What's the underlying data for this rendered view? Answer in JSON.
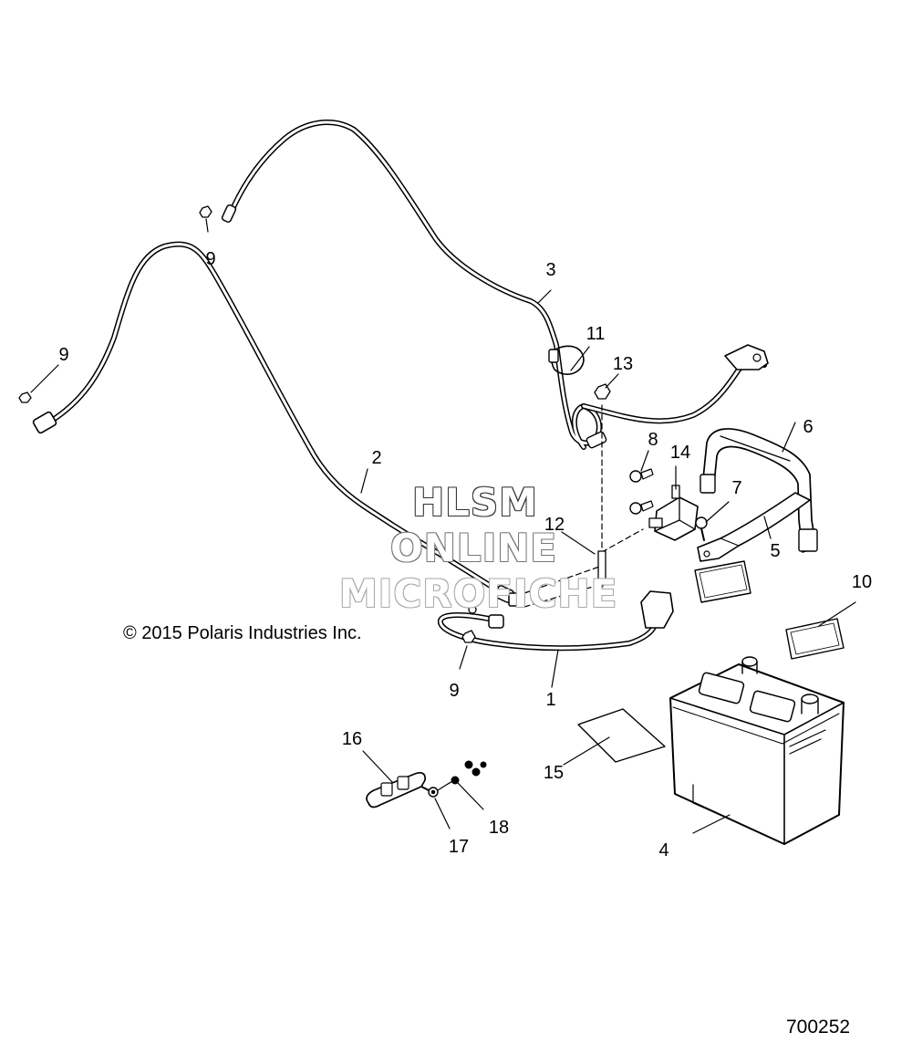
{
  "callouts": [
    {
      "id": "c1",
      "text": "1"
    },
    {
      "id": "c2",
      "text": "2"
    },
    {
      "id": "c3",
      "text": "3"
    },
    {
      "id": "c4",
      "text": "4"
    },
    {
      "id": "c5",
      "text": "5"
    },
    {
      "id": "c6",
      "text": "6"
    },
    {
      "id": "c7",
      "text": "7"
    },
    {
      "id": "c8",
      "text": "8"
    },
    {
      "id": "c9a",
      "text": "9"
    },
    {
      "id": "c9b",
      "text": "9"
    },
    {
      "id": "c9c",
      "text": "9"
    },
    {
      "id": "c10",
      "text": "10"
    },
    {
      "id": "c11",
      "text": "11"
    },
    {
      "id": "c12",
      "text": "12"
    },
    {
      "id": "c13",
      "text": "13"
    },
    {
      "id": "c14",
      "text": "14"
    },
    {
      "id": "c15",
      "text": "15"
    },
    {
      "id": "c16",
      "text": "16"
    },
    {
      "id": "c17",
      "text": "17"
    },
    {
      "id": "c18",
      "text": "18"
    }
  ],
  "copyright": "© 2015 Polaris Industries Inc.",
  "watermark": {
    "line1": "HLSM",
    "line2": "ONLINE",
    "line3": "MICROFICHE"
  },
  "document_number": "700252"
}
